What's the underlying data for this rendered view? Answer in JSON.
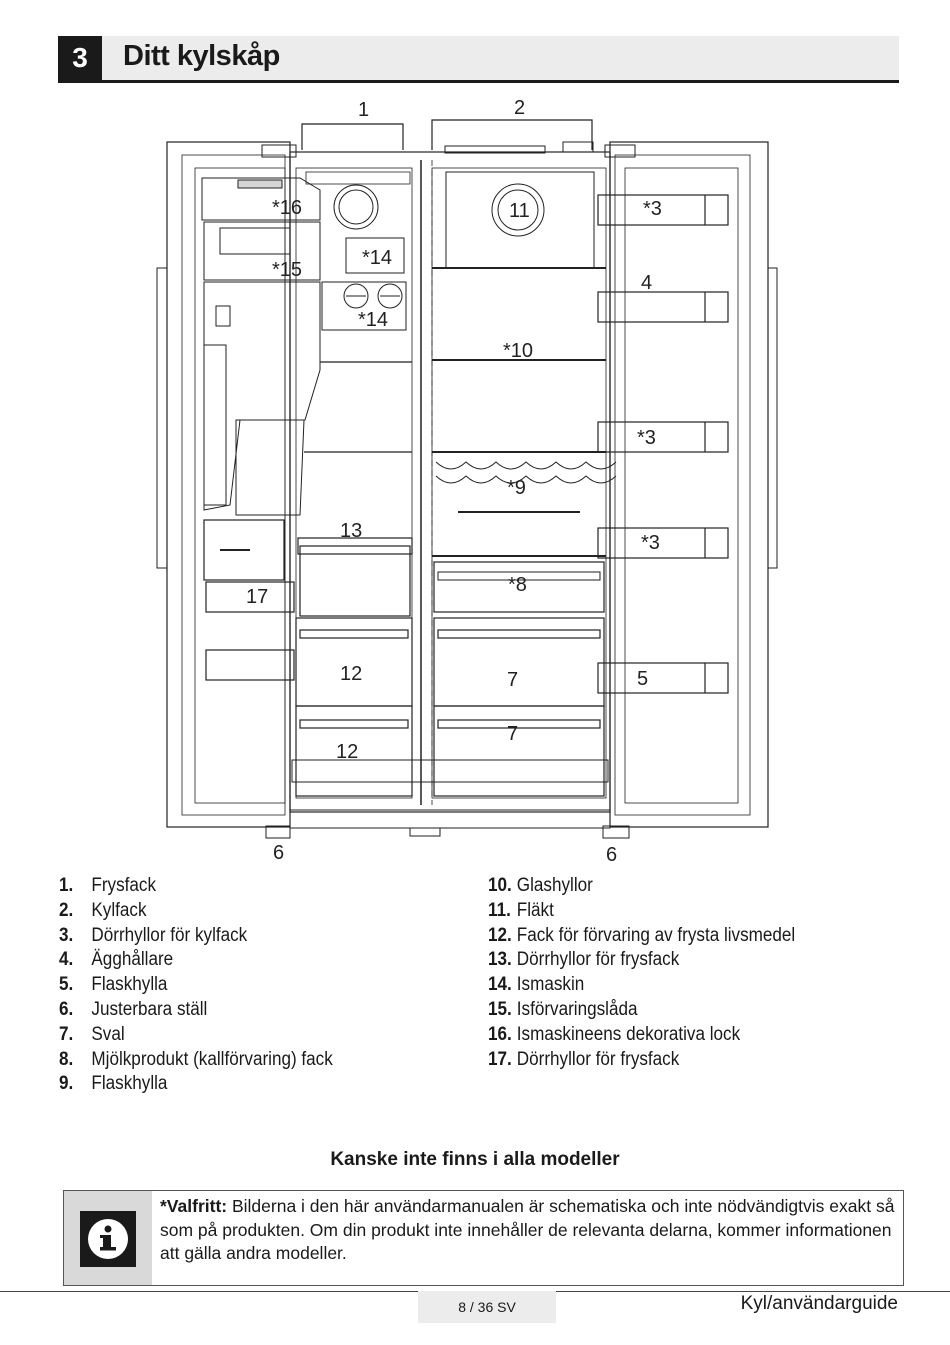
{
  "section": {
    "number": "3",
    "title": "Ditt kylskåp"
  },
  "diagram_labels": {
    "l1": "1",
    "l2": "2",
    "l16": "*16",
    "l15": "*15",
    "l14a": "*14",
    "l14b": "*14",
    "l11": "11",
    "l10": "*10",
    "l9": "*9",
    "l8": "*8",
    "l13": "13",
    "l17": "17",
    "l12a": "12",
    "l12b": "12",
    "l7a": "7",
    "l7b": "7",
    "l3a": "*3",
    "l4": "4",
    "l3b": "*3",
    "l3c": "*3",
    "l5": "5",
    "l6a": "6",
    "l6b": "6"
  },
  "parts_left": [
    {
      "num": "1.",
      "label": "Frysfack"
    },
    {
      "num": "2.",
      "label": "Kylfack"
    },
    {
      "num": "3.",
      "label": "Dörrhyllor för kylfack"
    },
    {
      "num": "4.",
      "label": "Ägghållare"
    },
    {
      "num": "5.",
      "label": "Flaskhylla"
    },
    {
      "num": "6.",
      "label": "Justerbara ställ"
    },
    {
      "num": "7.",
      "label": "Sval"
    },
    {
      "num": "8.",
      "label": "Mjölkprodukt (kallförvaring) fack"
    },
    {
      "num": "9.",
      "label": "Flaskhylla"
    }
  ],
  "parts_right": [
    {
      "num": "10.",
      "label": "Glashyllor"
    },
    {
      "num": "11.",
      "label": "Fläkt"
    },
    {
      "num": "12.",
      "label": "Fack för förvaring av frysta livsmedel"
    },
    {
      "num": "13.",
      "label": "Dörrhyllor för frysfack"
    },
    {
      "num": "14.",
      "label": "Ismaskin"
    },
    {
      "num": "15.",
      "label": "Isförvaringslåda"
    },
    {
      "num": "16.",
      "label": "Ismaskineens dekorativa lock"
    },
    {
      "num": "17.",
      "label": "Dörrhyllor för frysfack"
    }
  ],
  "availability_note": "Kanske inte finns i alla modeller",
  "info_box": {
    "icon": "info-icon",
    "bold": "*Valfritt:",
    "text": " Bilderna i den här användarmanualen är schematiska och inte nödvändigtvis exakt så som på produkten. Om din produkt inte innehåller de relevanta delarna, kommer informationen att gälla andra modeller."
  },
  "footer": {
    "page": "8 / 36 SV",
    "guide": "Kyl/användarguide"
  }
}
